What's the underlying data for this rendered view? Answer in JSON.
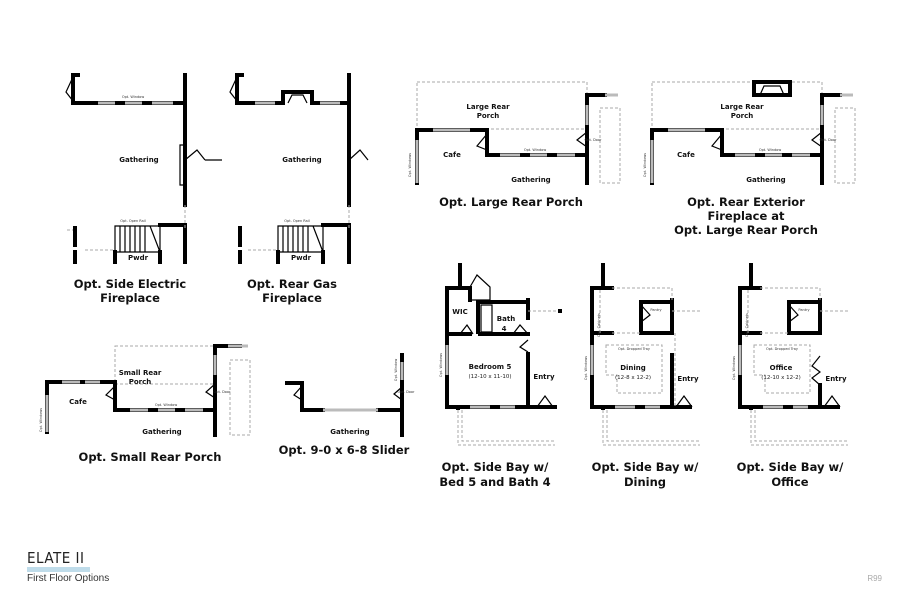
{
  "footer": {
    "brand": "ELATE II",
    "subtitle": "First Floor Options",
    "page": "R99",
    "accent_color": "#bfdcea"
  },
  "plans": [
    {
      "caption": [
        "Opt. Side Electric",
        "Fireplace"
      ],
      "rooms": [
        "Gathering",
        "Pwdr"
      ],
      "notes": [
        "Opt. Window",
        "Opt. Open Rail"
      ]
    },
    {
      "caption": [
        "Opt. Rear Gas",
        "Fireplace"
      ],
      "rooms": [
        "Gathering",
        "Pwdr"
      ],
      "notes": [
        "Opt. Open Rail"
      ]
    },
    {
      "caption": [
        "Opt. Large Rear Porch"
      ],
      "rooms": [
        "Large Rear",
        "Porch",
        "Cafe",
        "Gathering"
      ],
      "notes": [
        "Opt. Window",
        "Opt. Door",
        "Opt. Windows"
      ]
    },
    {
      "caption": [
        "Opt. Rear Exterior",
        "Fireplace at",
        "Opt. Large Rear Porch"
      ],
      "rooms": [
        "Large Rear",
        "Porch",
        "Cafe",
        "Gathering"
      ],
      "notes": [
        "Opt. Window",
        "Opt. Door",
        "Opt. Windows"
      ]
    },
    {
      "caption": [
        "Opt. Small Rear Porch"
      ],
      "rooms": [
        "Small Rear",
        "Porch",
        "Cafe",
        "Gathering"
      ],
      "notes": [
        "Opt. Window",
        "Opt. Door",
        "Opt. Windows"
      ]
    },
    {
      "caption": [
        "Opt. 9-0 x 6-8 Slider"
      ],
      "rooms": [
        "Gathering"
      ],
      "notes": [
        "Opt. Window",
        "Opt. Door"
      ]
    },
    {
      "caption": [
        "Opt. Side Bay w/",
        "Bed 5 and Bath 4"
      ],
      "rooms": [
        "WIC",
        "Bath",
        "4",
        "Bedroom 5",
        "(12-10 x 11-10)",
        "Entry"
      ],
      "notes": [
        "Opt. Windows"
      ]
    },
    {
      "caption": [
        "Opt. Side Bay w/",
        "Dining"
      ],
      "rooms": [
        "Dining",
        "(12-8 x 12-2)",
        "Entry",
        "Pantry"
      ],
      "notes": [
        "Opt. Dropped Tray",
        "Opt. Cabinets",
        "Opt. Windows"
      ]
    },
    {
      "caption": [
        "Opt. Side Bay w/",
        "Office"
      ],
      "rooms": [
        "Office",
        "(12-10 x 12-2)",
        "Entry",
        "Pantry"
      ],
      "notes": [
        "Opt. Dropped Tray",
        "Opt. Cabinets",
        "Opt. Windows"
      ]
    }
  ]
}
